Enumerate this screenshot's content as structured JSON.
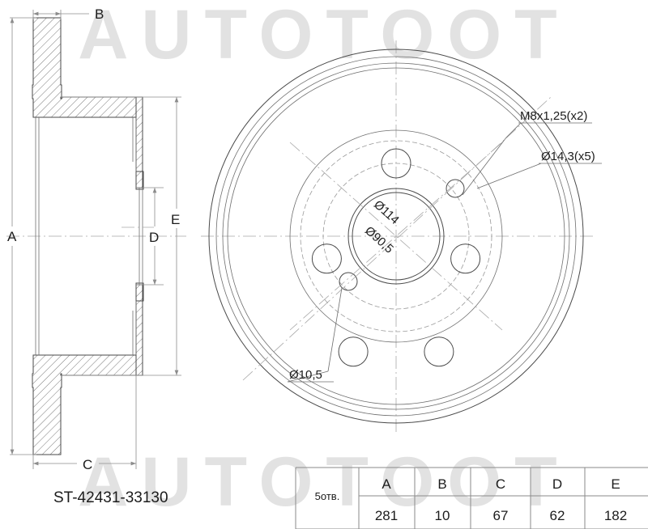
{
  "drawing": {
    "part_number": "ST-42431-33130",
    "watermark_text": "AUTOTOOT",
    "section_labels": {
      "a": "A",
      "b": "B",
      "c": "C",
      "d": "D",
      "e": "E"
    },
    "annotations": {
      "thread": "M8x1,25(x2)",
      "bolt_hole": "Ø14,3(x5)",
      "bolt_circle": "Ø114",
      "center_bore": "Ø90,5",
      "small_hole": "Ø10,5"
    }
  },
  "table": {
    "row_label": "5отв.",
    "headers": [
      "A",
      "B",
      "C",
      "D",
      "E"
    ],
    "values": [
      "281",
      "10",
      "67",
      "62",
      "182"
    ]
  }
}
